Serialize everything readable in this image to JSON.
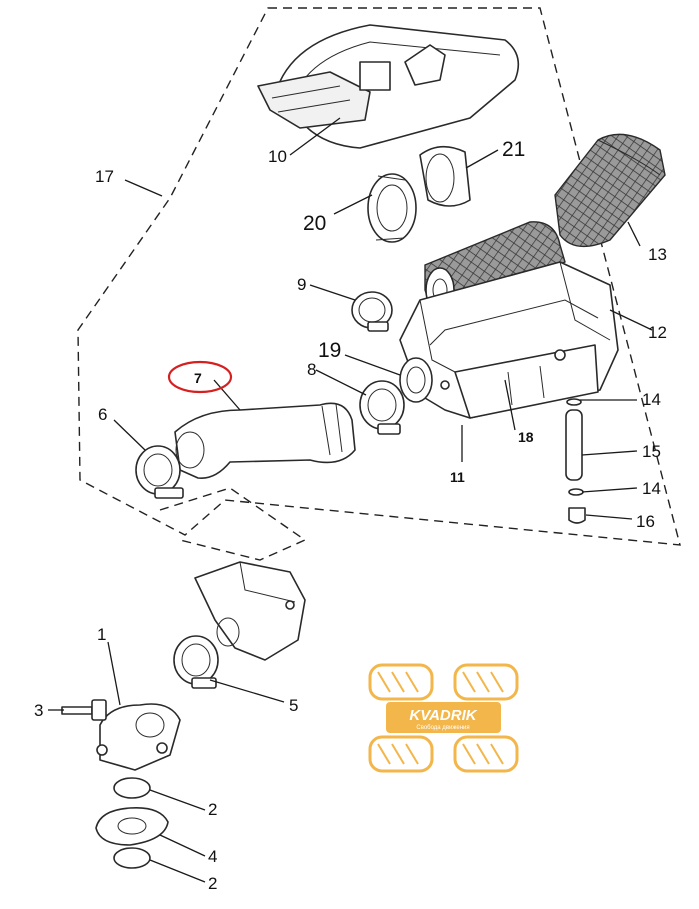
{
  "callouts": {
    "c1": "1",
    "c2a": "2",
    "c2b": "2",
    "c3": "3",
    "c4": "4",
    "c5": "5",
    "c6": "6",
    "c7": "7",
    "c8": "8",
    "c9": "9",
    "c10": "10",
    "c11": "11",
    "c12": "12",
    "c13": "13",
    "c14a": "14",
    "c14b": "14",
    "c15": "15",
    "c16": "16",
    "c17": "17",
    "c18": "18",
    "c19": "19",
    "c20": "20",
    "c21": "21"
  },
  "highlight": {
    "part": "7",
    "color": "#d62020"
  },
  "watermark": {
    "brand": "KVADRIK",
    "tagline": "Свобода движения",
    "color": "#f3b64a"
  }
}
